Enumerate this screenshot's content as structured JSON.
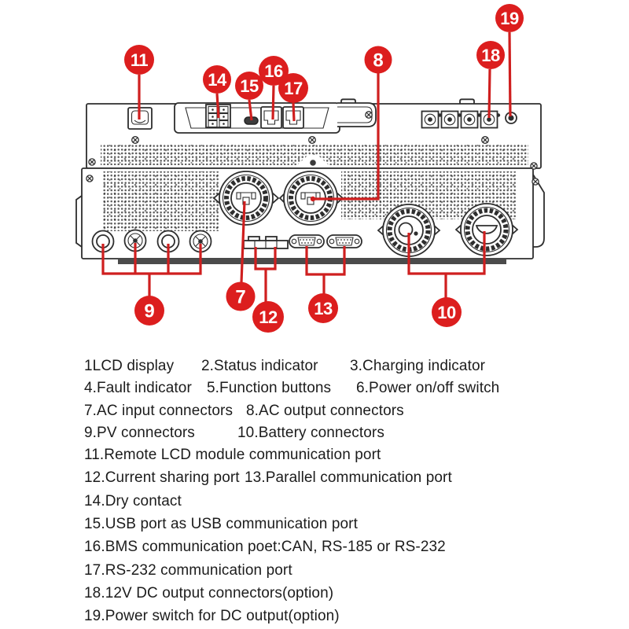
{
  "colors": {
    "callout_red": "#dc1e1e",
    "leader_red": "#cf1f1f",
    "line_dark": "#2e2e2e",
    "text": "#1c1c1c"
  },
  "diagram": {
    "description": "Rear panel line drawing of inverter with numbered callouts",
    "callouts": {
      "n7": "7",
      "n8": "8",
      "n9": "9",
      "n10": "10",
      "n11": "11",
      "n12": "12",
      "n13": "13",
      "n14": "14",
      "n15": "15",
      "n16": "16",
      "n17": "17",
      "n18": "18",
      "n19": "19"
    }
  },
  "legend": {
    "rows": [
      {
        "segments": [
          "1LCD display",
          "2.Status indicator",
          "3.Charging indicator"
        ]
      },
      {
        "segments": [
          "4.Fault indicator",
          "5.Function buttons",
          "6.Power on/off switch"
        ]
      },
      {
        "segments": [
          "7.AC input connectors",
          "8.AC output connectors"
        ]
      },
      {
        "segments": [
          "9.PV connectors",
          "10.Battery connectors"
        ]
      },
      {
        "segments": [
          "11.Remote LCD module communication port"
        ]
      },
      {
        "segments": [
          "12.Current sharing port",
          "13.Parallel communication port"
        ]
      },
      {
        "segments": [
          "14.Dry contact"
        ]
      },
      {
        "segments": [
          "15.USB port as USB communication port"
        ]
      },
      {
        "segments": [
          "16.BMS communication poet:CAN, RS-185 or RS-232"
        ]
      },
      {
        "segments": [
          "17.RS-232 communication port"
        ]
      },
      {
        "segments": [
          "18.12V DC output connectors(option)"
        ]
      },
      {
        "segments": [
          "19.Power switch for DC output(option)"
        ]
      }
    ]
  }
}
